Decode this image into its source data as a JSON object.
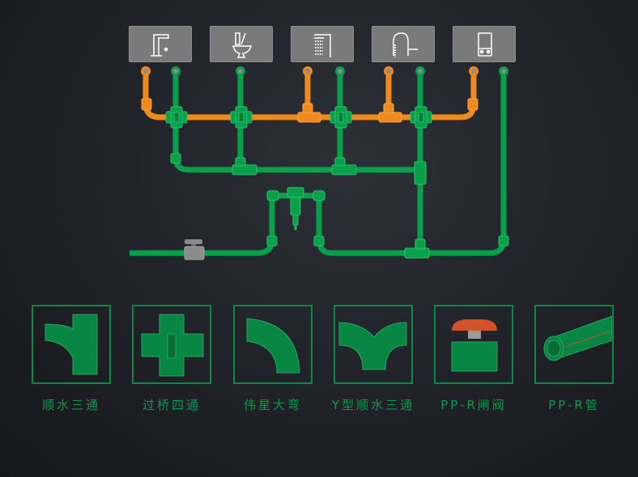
{
  "colors": {
    "cold_pipe": "#08a04a",
    "hot_pipe": "#f18a1c",
    "fixture_bg": "#7a7a7a",
    "frame": "#0a8a44",
    "label": "#0c9a48",
    "valve_handle": "#d4522a",
    "valve_stem": "#9a9a9a"
  },
  "fixtures": [
    {
      "name": "faucet",
      "icon": "basin-faucet-icon"
    },
    {
      "name": "toilet",
      "icon": "toilet-icon"
    },
    {
      "name": "shower",
      "icon": "shower-icon"
    },
    {
      "name": "kitchen-tap",
      "icon": "kitchen-faucet-icon"
    },
    {
      "name": "water-heater",
      "icon": "water-heater-icon"
    }
  ],
  "parts": [
    {
      "label": "顺水三通",
      "icon": "smooth-tee-icon"
    },
    {
      "label": "过桥四通",
      "icon": "bridge-cross-icon"
    },
    {
      "label": "伟星大弯",
      "icon": "large-elbow-icon"
    },
    {
      "label": "Y型顺水三通",
      "icon": "y-tee-icon"
    },
    {
      "label": "PP-R闸阀",
      "icon": "gate-valve-icon"
    },
    {
      "label": "PP-R管",
      "icon": "pipe-icon"
    }
  ]
}
